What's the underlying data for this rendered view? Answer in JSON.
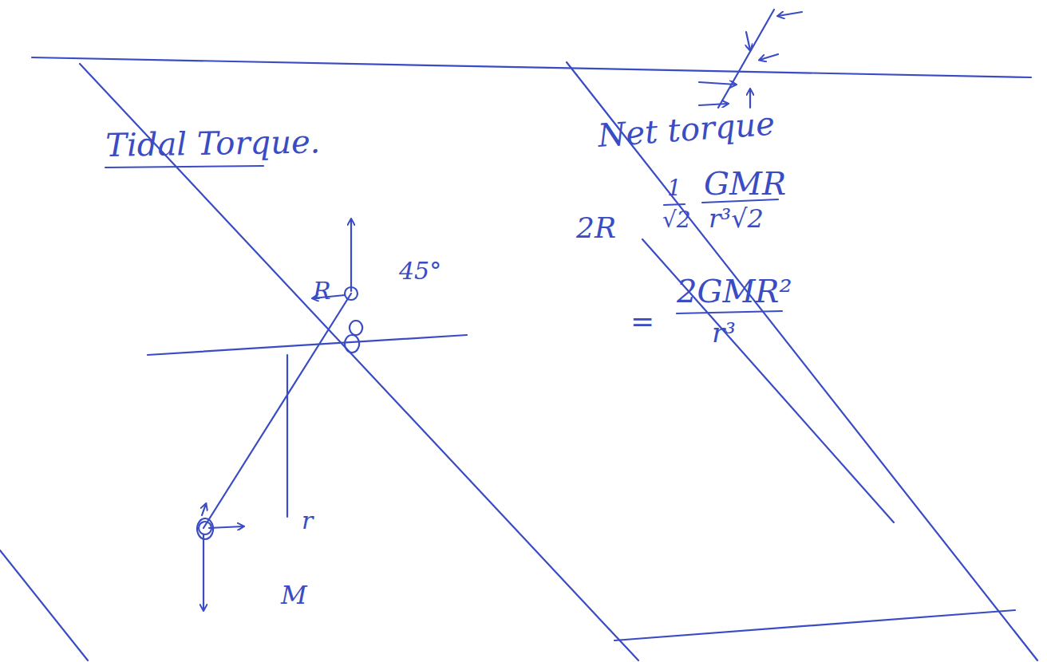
{
  "diagram": {
    "title": "Tidal Torque.",
    "labels": [
      "R",
      "45°",
      "r",
      "M",
      "Net torque",
      "2R",
      "1",
      "√2",
      "GMR",
      "r³√2",
      "=",
      "2GMR²",
      "r³"
    ]
  }
}
